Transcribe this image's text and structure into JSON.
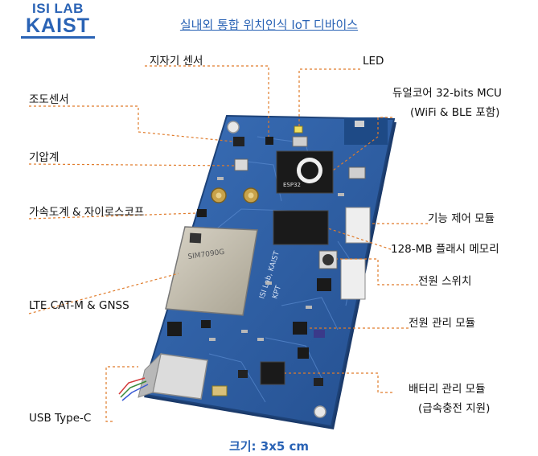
{
  "logo": {
    "line1": "ISI LAB",
    "line2": "KAIST"
  },
  "title": "실내외 통합 위치인식 IoT 디바이스",
  "labels": {
    "magnetometer": "지자기 센서",
    "led": "LED",
    "illuminance": "조도센서",
    "mcu_line1": "듀얼코어 32-bits MCU",
    "mcu_line2": "(WiFi & BLE 포함)",
    "barometer": "기압계",
    "accel_gyro": "가속도계 & 자이로스코프",
    "function_module": "기능 제어 모듈",
    "flash": "128-MB 플래시 메모리",
    "power_switch": "전원 스위치",
    "lte": "LTE CAT-M & GNSS",
    "power_mgmt": "전원 관리 모듈",
    "battery_line1": "배터리 관리 모듈",
    "battery_line2": "(급속충전 지원)",
    "usb": "USB Type-C"
  },
  "board": {
    "module_text": "SIM7090G",
    "silk_line1": "ISI Lab, KAIST",
    "silk_line2": "KPT",
    "mcu_text": "ESP32"
  },
  "size_label": "크기: 3x5 cm",
  "colors": {
    "accent": "#2a63b5",
    "pcb": "#2d5fa6",
    "leader": "#e07b2a"
  }
}
